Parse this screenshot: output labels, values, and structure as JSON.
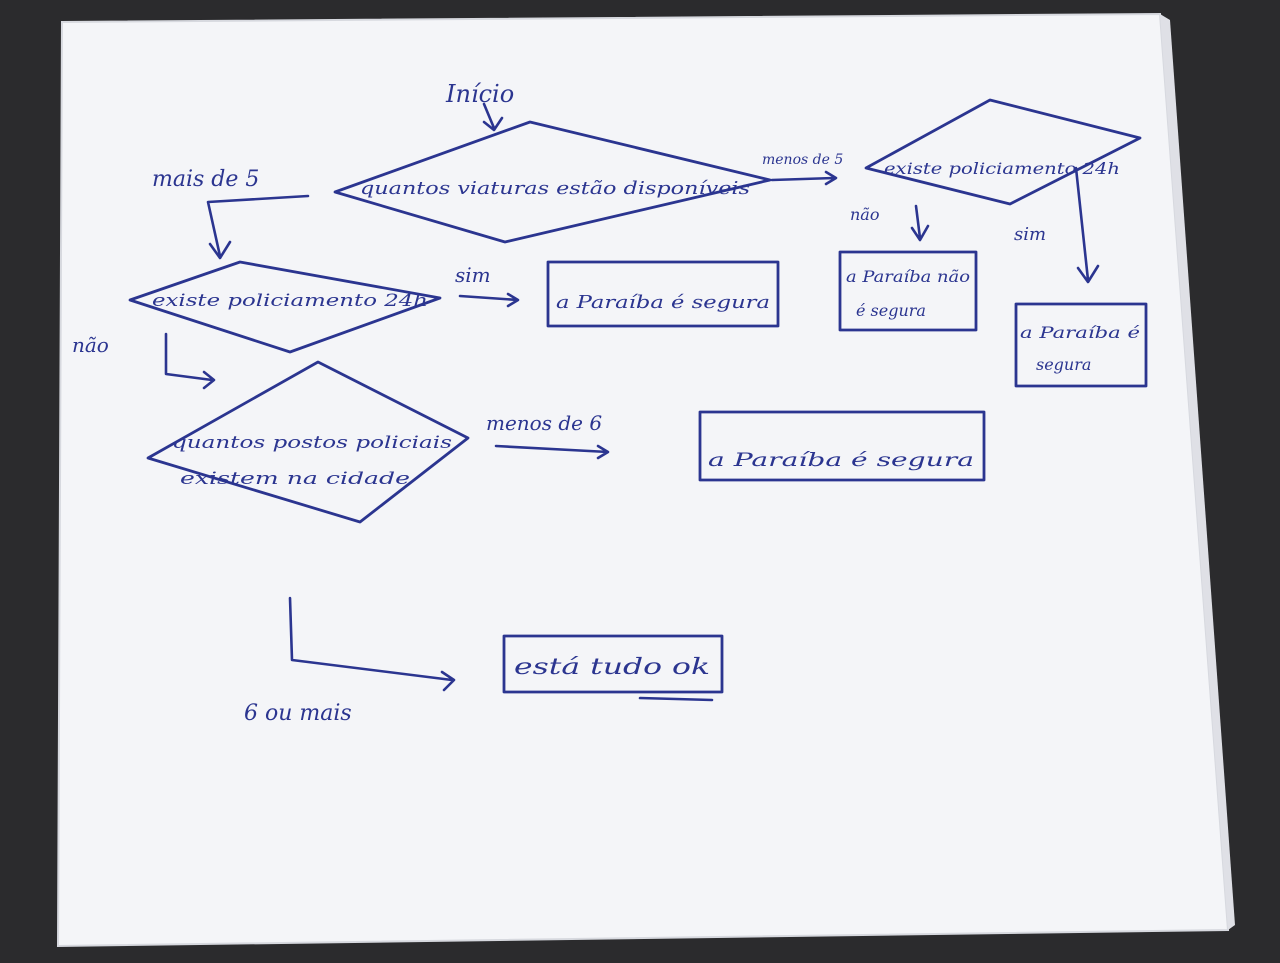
{
  "flowchart": {
    "start_label": "Início",
    "decision_1": {
      "text": "quantos viaturas estão disponíveis"
    },
    "branch_more_than_5": "mais de 5",
    "branch_less_than_5": "menos de 5",
    "decision_2": {
      "text": "existe policiamento 24h"
    },
    "yes_label_1": "sim",
    "result_safe_1": "a Paraíba é segura",
    "no_label_1": "não",
    "decision_3": {
      "line1": "quantos postos policiais",
      "line2": "existem na cidade"
    },
    "branch_less_than_6": "menos de 6",
    "result_safe_3": "a Paraíba é segura",
    "branch_6_or_more": "6 ou mais",
    "result_ok": "está tudo ok",
    "decision_4": {
      "text": "existe policiamento 24h"
    },
    "no_label_2": "não",
    "result_not_safe": {
      "line1": "a Paraíba não",
      "line2": "é segura"
    },
    "yes_label_2": "sim",
    "result_safe_2": {
      "line1": "a Paraíba é",
      "line2": "segura"
    }
  },
  "colors": {
    "ink": "#2b3590",
    "paper": "#f4f5f8",
    "background": "#2b2b2d"
  }
}
